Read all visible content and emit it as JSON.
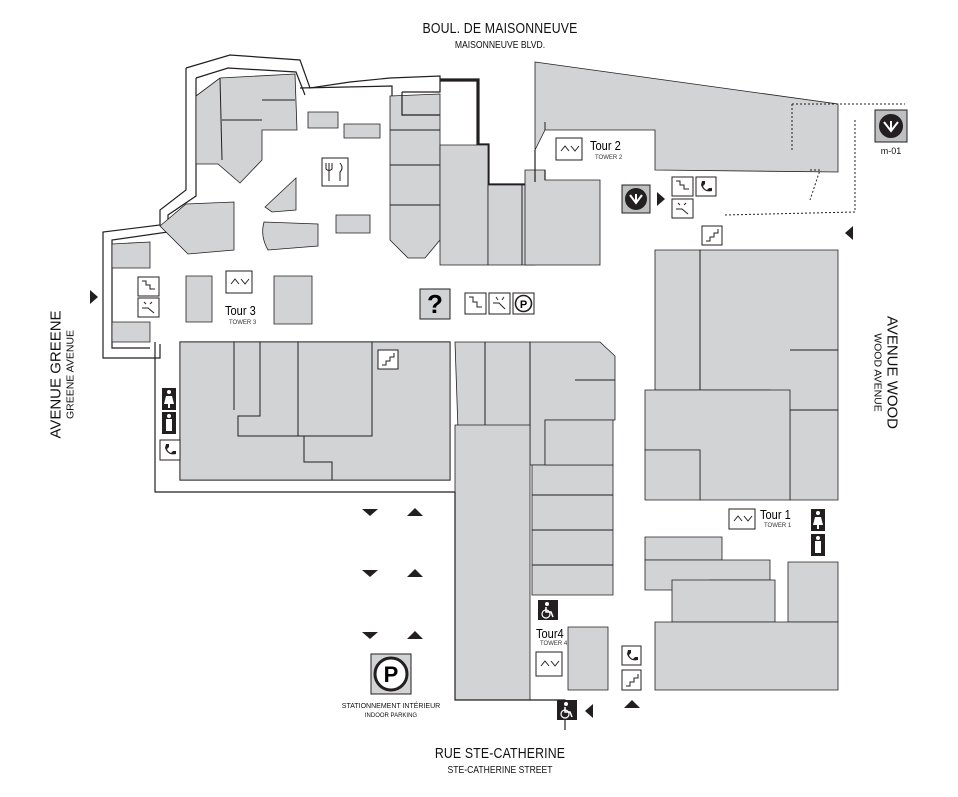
{
  "streets": {
    "north_fr": "BOUL. DE MAISONNEUVE",
    "north_en": "MAISONNEUVE BLVD.",
    "south_fr": "RUE STE-CATHERINE",
    "south_en": "STE-CATHERINE STREET",
    "west_fr": "AVENUE GREENE",
    "west_en": "GREENE AVENUE",
    "east_fr": "AVENUE WOOD",
    "east_en": "WOOD AVENUE"
  },
  "towers": [
    {
      "name": "Tour 2",
      "sub": "TOWER 2"
    },
    {
      "name": "Tour 3",
      "sub": "TOWER 3"
    },
    {
      "name": "Tour 1",
      "sub": "TOWER 1"
    },
    {
      "name": "Tour4",
      "sub": "TOWER 4"
    }
  ],
  "metro": {
    "label": "m-01"
  },
  "parking": {
    "label_fr": "STATIONNEMENT INTÉRIEUR",
    "label_en": "INDOOR PARKING"
  },
  "info": {
    "symbol": "?"
  },
  "colors": {
    "building": "#d1d3d4",
    "outline": "#231f20",
    "background": "#ffffff",
    "icon_fill": "#ffffff"
  },
  "icons": [
    "elevator-icon",
    "escalator-icon",
    "stairs-icon",
    "phone-icon",
    "women-restroom-icon",
    "men-restroom-icon",
    "wheelchair-icon",
    "restaurant-icon",
    "parking-icon",
    "metro-icon",
    "info-icon",
    "entrance-arrow-icon"
  ]
}
